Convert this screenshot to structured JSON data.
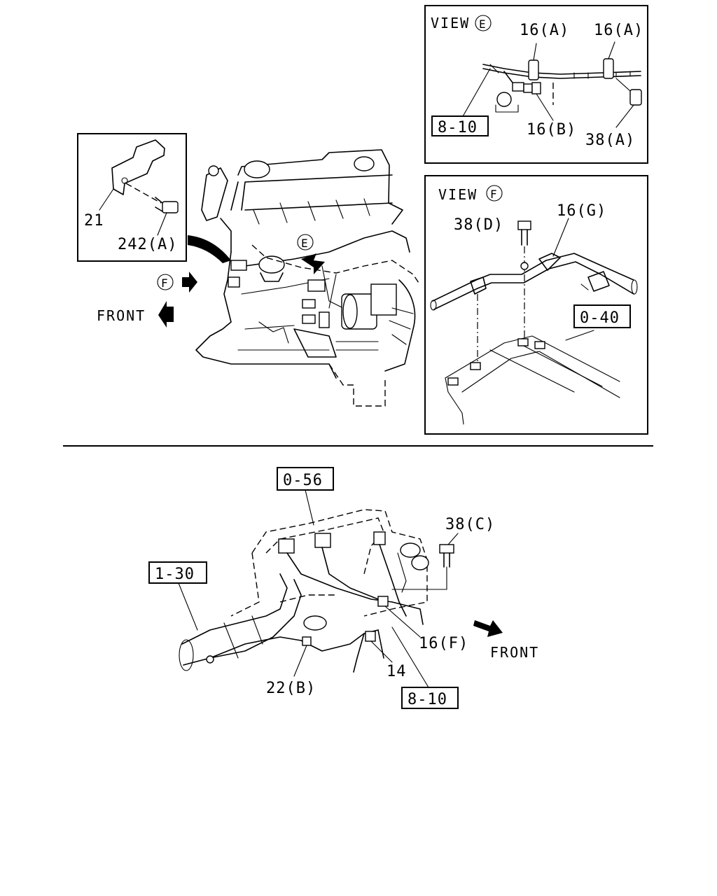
{
  "view_e": {
    "title": "VIEW",
    "marker": "E",
    "labels": {
      "a1": "16(A)",
      "a2": "16(A)",
      "ref": "8-10",
      "b": "16(B)",
      "bolt": "38(A)"
    }
  },
  "view_f": {
    "title": "VIEW",
    "marker": "F",
    "labels": {
      "bolt": "38(D)",
      "clip": "16(G)",
      "ref": "0-40"
    }
  },
  "bracket_inset": {
    "bracket": "21",
    "bolt": "242(A)"
  },
  "main_view": {
    "marker_e": "E",
    "marker_f": "F",
    "front": "FRONT"
  },
  "lower_view": {
    "ref_top": "0-56",
    "ref_left": "1-30",
    "ref_bottom": "8-10",
    "bolt": "38(C)",
    "clip_f": "16(F)",
    "part_14": "14",
    "clip_b": "22(B)",
    "front": "FRONT"
  }
}
